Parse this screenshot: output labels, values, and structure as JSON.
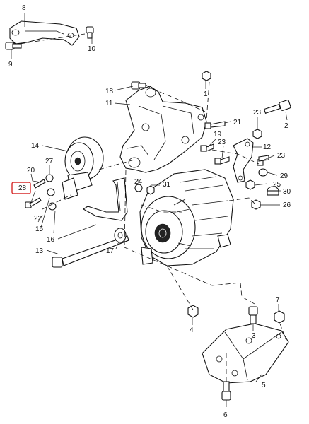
{
  "diagram": {
    "callouts": [
      {
        "id": "c1",
        "label": "1"
      },
      {
        "id": "c2",
        "label": "2"
      },
      {
        "id": "c3",
        "label": "3"
      },
      {
        "id": "c4",
        "label": "4"
      },
      {
        "id": "c5",
        "label": "5"
      },
      {
        "id": "c6",
        "label": "6"
      },
      {
        "id": "c7",
        "label": "7"
      },
      {
        "id": "c8",
        "label": "8"
      },
      {
        "id": "c9",
        "label": "9"
      },
      {
        "id": "c10",
        "label": "10"
      },
      {
        "id": "c11",
        "label": "11"
      },
      {
        "id": "c12",
        "label": "12"
      },
      {
        "id": "c13",
        "label": "13"
      },
      {
        "id": "c14",
        "label": "14"
      },
      {
        "id": "c15",
        "label": "15"
      },
      {
        "id": "c16",
        "label": "16"
      },
      {
        "id": "c17",
        "label": "17"
      },
      {
        "id": "c18",
        "label": "18"
      },
      {
        "id": "c19",
        "label": "19"
      },
      {
        "id": "c20",
        "label": "20"
      },
      {
        "id": "c21",
        "label": "21"
      },
      {
        "id": "c22",
        "label": "22"
      },
      {
        "id": "c23a",
        "label": "23"
      },
      {
        "id": "c23b",
        "label": "23"
      },
      {
        "id": "c24",
        "label": "24"
      },
      {
        "id": "c25",
        "label": "25"
      },
      {
        "id": "c26",
        "label": "26"
      },
      {
        "id": "c27",
        "label": "27"
      },
      {
        "id": "c28",
        "label": "28"
      },
      {
        "id": "c29",
        "label": "29"
      },
      {
        "id": "c30",
        "label": "30"
      },
      {
        "id": "c31",
        "label": "31"
      },
      {
        "id": "c32",
        "label": "32"
      }
    ],
    "highlight_color": "#d62a2a",
    "line_color": "#111111"
  }
}
